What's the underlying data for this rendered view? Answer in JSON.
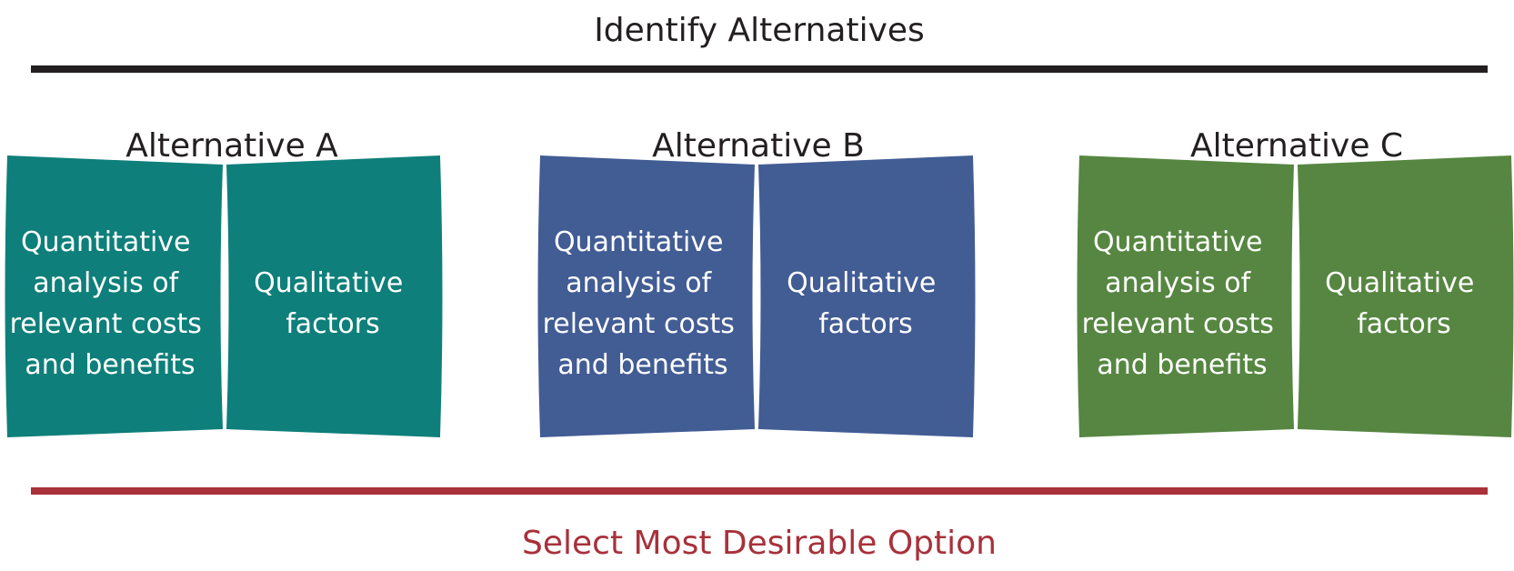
{
  "header": {
    "title": "Identify Alternatives"
  },
  "footer": {
    "title": "Select Most Desirable Option"
  },
  "colors": {
    "text_dark": "#231f20",
    "rule_top": "#231f20",
    "rule_bottom": "#a8313a",
    "footer_text": "#a8313a",
    "panel_text": "#ffffff"
  },
  "alternatives": [
    {
      "label": "Alternative A",
      "color": "#0e7f7a",
      "left_panel_lines": [
        "Quantitative",
        "analysis of",
        "relevant costs",
        "and benefits"
      ],
      "right_panel_lines": [
        "Qualitative",
        "factors"
      ]
    },
    {
      "label": "Alternative B",
      "color": "#425c94",
      "left_panel_lines": [
        "Quantitative",
        "analysis of",
        "relevant costs",
        "and benefits"
      ],
      "right_panel_lines": [
        "Qualitative",
        "factors"
      ]
    },
    {
      "label": "Alternative C",
      "color": "#568641",
      "left_panel_lines": [
        "Quantitative",
        "analysis of",
        "relevant costs",
        "and benefits"
      ],
      "right_panel_lines": [
        "Qualitative",
        "factors"
      ]
    }
  ]
}
